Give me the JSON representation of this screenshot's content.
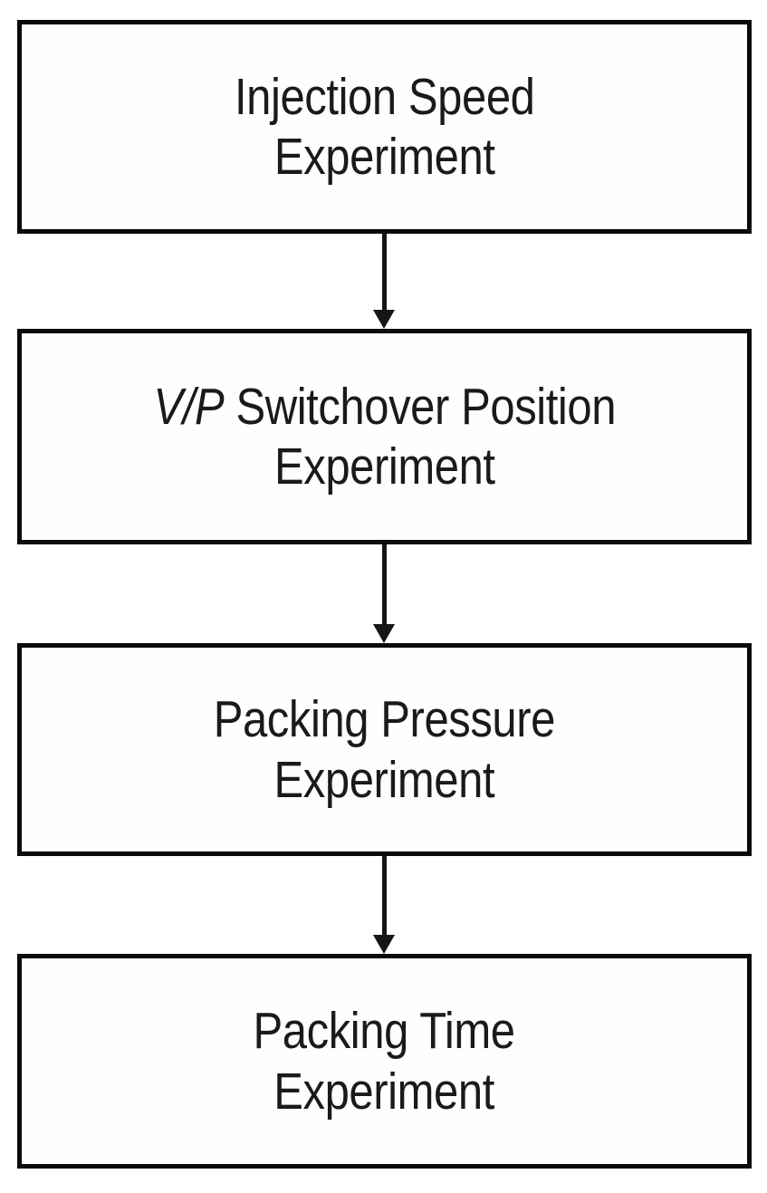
{
  "diagram": {
    "type": "flowchart",
    "orientation": "vertical",
    "title": "",
    "colors": {
      "box_border": "#0a0a0a",
      "box_fill": "#fefefe",
      "text": "#1a1a1a",
      "arrow": "#161616",
      "background": "#ffffff"
    },
    "nodes": [
      {
        "id": "node-1",
        "label": "Injection Speed\nExperiment",
        "line1": "Injection Speed",
        "line2": "Experiment",
        "italic_prefix": "",
        "shape": "rectangle"
      },
      {
        "id": "node-2",
        "label": "V/P Switchover Position\nExperiment",
        "line1_italic": "V/P",
        "line1_rest": " Switchover Position",
        "line2": "Experiment",
        "shape": "rectangle"
      },
      {
        "id": "node-3",
        "label": "Packing Pressure\nExperiment",
        "line1": "Packing Pressure",
        "line2": "Experiment",
        "italic_prefix": "",
        "shape": "rectangle"
      },
      {
        "id": "node-4",
        "label": "Packing Time\nExperiment",
        "line1": "Packing Time",
        "line2": "Experiment",
        "italic_prefix": "",
        "shape": "rectangle"
      }
    ],
    "edges": [
      {
        "id": "edge-1",
        "from": "node-1",
        "to": "node-2",
        "style": "solid-arrow-down",
        "label": ""
      },
      {
        "id": "edge-2",
        "from": "node-2",
        "to": "node-3",
        "style": "solid-arrow-down",
        "label": ""
      },
      {
        "id": "edge-3",
        "from": "node-3",
        "to": "node-4",
        "style": "solid-arrow-down",
        "label": ""
      }
    ]
  }
}
